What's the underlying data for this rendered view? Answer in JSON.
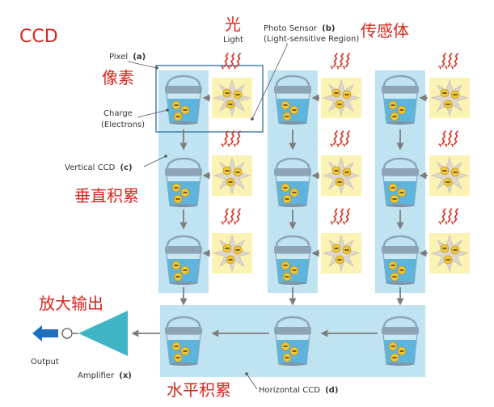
{
  "title": "CCD",
  "cn": {
    "light": "光",
    "sensor": "传感体",
    "pixel": "像素",
    "vertical": "垂直积累",
    "amplify": "放大输出",
    "horizontal": "水平积累"
  },
  "en": {
    "light": "Light",
    "photo_sensor_1": "Photo Sensor",
    "photo_sensor_b": "(b)",
    "photo_sensor_2": "(Light-sensitive Region)",
    "pixel": "Pixel",
    "pixel_a": "(a)",
    "charge_1": "Charge",
    "charge_2": "(Electrons)",
    "vertical": "Vertical CCD",
    "vertical_c": "(c)",
    "output": "Output",
    "amplifier": "Amplifier",
    "amplifier_x": "(x)",
    "horizontal": "Horizontal CCD",
    "horizontal_d": "(d)"
  },
  "colors": {
    "red_text": "#d7261e",
    "ccd_band": "#bfe3f1",
    "sensor_bg": "#fbf3b4",
    "bucket": "#8ea3b6",
    "water": "#5fb4dc",
    "electron": "#f2c634",
    "arrow": "#7d7d7d",
    "amp": "#3fb4c4",
    "output_arrow": "#1f6fc1",
    "pixel_box": "#2e6f9e"
  }
}
